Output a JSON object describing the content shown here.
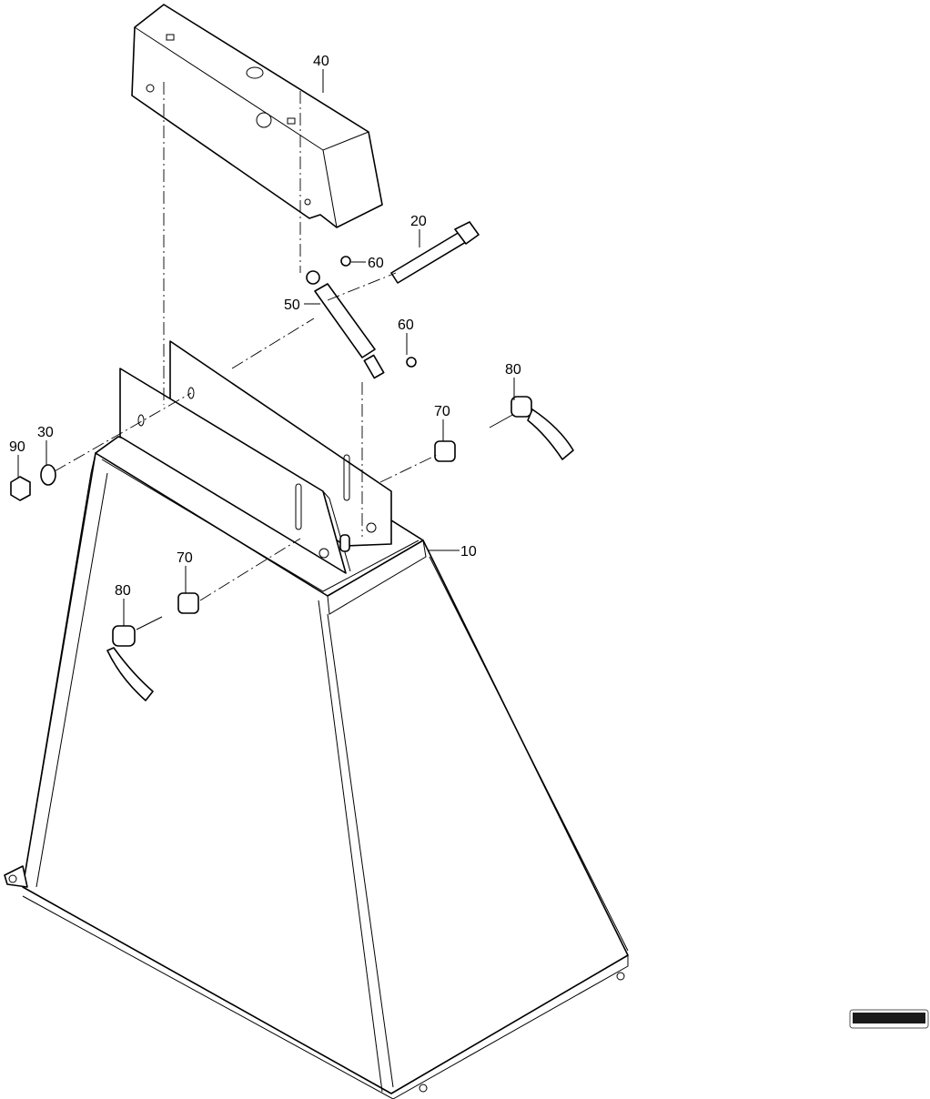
{
  "diagram": {
    "type": "exploded-parts-drawing",
    "callouts": [
      "40",
      "20",
      "60",
      "50",
      "60",
      "80",
      "70",
      "90",
      "30",
      "10",
      "70",
      "80"
    ]
  },
  "colors": {
    "line": "#000000",
    "background": "#ffffff"
  }
}
